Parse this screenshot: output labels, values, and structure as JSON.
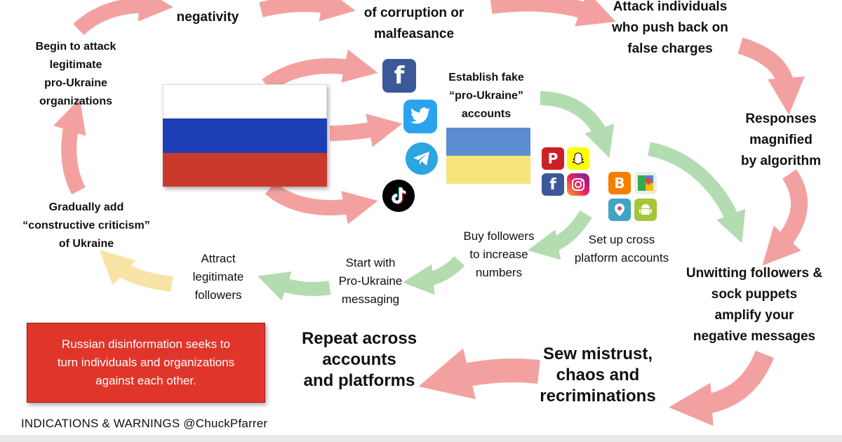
{
  "nodes": {
    "increase_negativity": "Increase\nnegativity",
    "accuse_corruption": "Accuse opponents\nof corruption or\nmalfeasance",
    "attack_individuals": "Attack individuals\nwho push back on\nfalse charges",
    "begin_attack": "Begin to attack\nlegitimate\npro-Ukraine\norganizations",
    "establish_fake": "Establish fake\n“pro-Ukraine”\naccounts",
    "responses_magnified": "Responses\nmagnified\nby algorithm",
    "gradually_add": "Gradually add\n“constructive criticism”\nof Ukraine",
    "buy_followers": "Buy followers\nto increase\nnumbers",
    "set_up_cross": "Set up cross\nplatform accounts",
    "attract_followers": "Attract\nlegitimate\nfollowers",
    "start_with": "Start with\nPro-Ukraine\nmessaging",
    "unwitting_followers": "Unwitting  followers &\nsock puppets\namplify your\nnegative messages",
    "repeat_across": "Repeat across\naccounts\nand platforms",
    "sew_mistrust": "Sew mistrust,\nchaos and\nrecriminations"
  },
  "callout": "Russian disinformation seeks to\nturn individuals and organizations\nagainst each other.",
  "credit": "INDICATIONS & WARNINGS @ChuckPfarrer",
  "icons": {
    "facebook": "f",
    "twitter": "twitter-bird-icon",
    "telegram": "telegram-plane-icon",
    "tiktok": "tiktok-note-icon",
    "pinterest": "P",
    "snapchat": "snapchat-ghost-icon",
    "facebook_small": "f",
    "instagram": "instagram-camera-icon",
    "blogger": "B",
    "google_maps": "maps-pin-icon",
    "periscope": "periscope-icon",
    "android": "android-icon"
  },
  "colors": {
    "red_arrow": "#f3a1a0",
    "green_arrow": "#b3dcb0",
    "yellow_arrow": "#f7e3a6",
    "callout_bg": "#e0352b",
    "russia_white": "#ffffff",
    "russia_blue": "#1c3fb5",
    "russia_red": "#d52b1e",
    "ukraine_blue": "#5b8dd0",
    "ukraine_yellow": "#f6e37a"
  }
}
